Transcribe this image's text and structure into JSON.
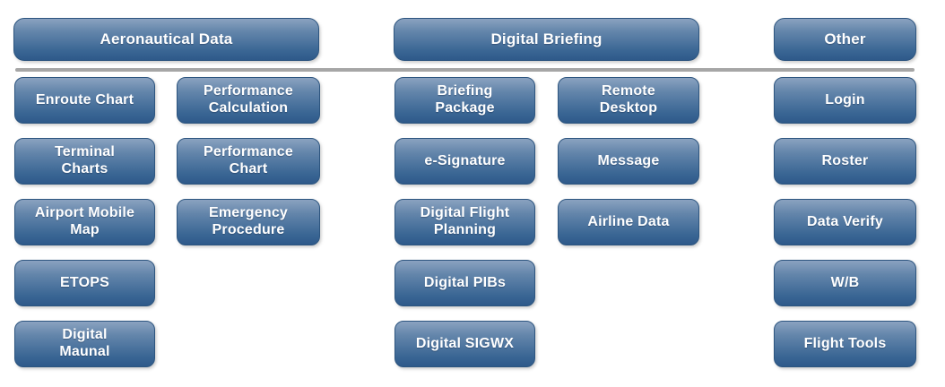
{
  "diagram": {
    "background_color": "#ffffff",
    "colors": {
      "tile_gradient_top": "#8aa2c0",
      "tile_gradient_bottom": "#2e598a",
      "tile_border": "#2d557f",
      "tile_text": "#ffffff",
      "separator": "#a6a6a6"
    },
    "groups": [
      {
        "header": "Aeronautical Data",
        "columns": [
          {
            "items": [
              "Enroute Chart",
              "Terminal\nCharts",
              "Airport Mobile\nMap",
              "ETOPS",
              "Digital\nMaunal"
            ]
          },
          {
            "items": [
              "Performance\nCalculation",
              "Performance\nChart",
              "Emergency\nProcedure"
            ]
          }
        ]
      },
      {
        "header": "Digital Briefing",
        "columns": [
          {
            "items": [
              "Briefing\nPackage",
              "e-Signature",
              "Digital Flight\nPlanning",
              "Digital PIBs",
              "Digital SIGWX"
            ]
          },
          {
            "items": [
              "Remote\nDesktop",
              "Message",
              "Airline Data"
            ]
          }
        ]
      },
      {
        "header": "Other",
        "columns": [
          {
            "items": [
              "Login",
              "Roster",
              "Data Verify",
              "W/B",
              "Flight Tools"
            ]
          }
        ]
      }
    ]
  }
}
